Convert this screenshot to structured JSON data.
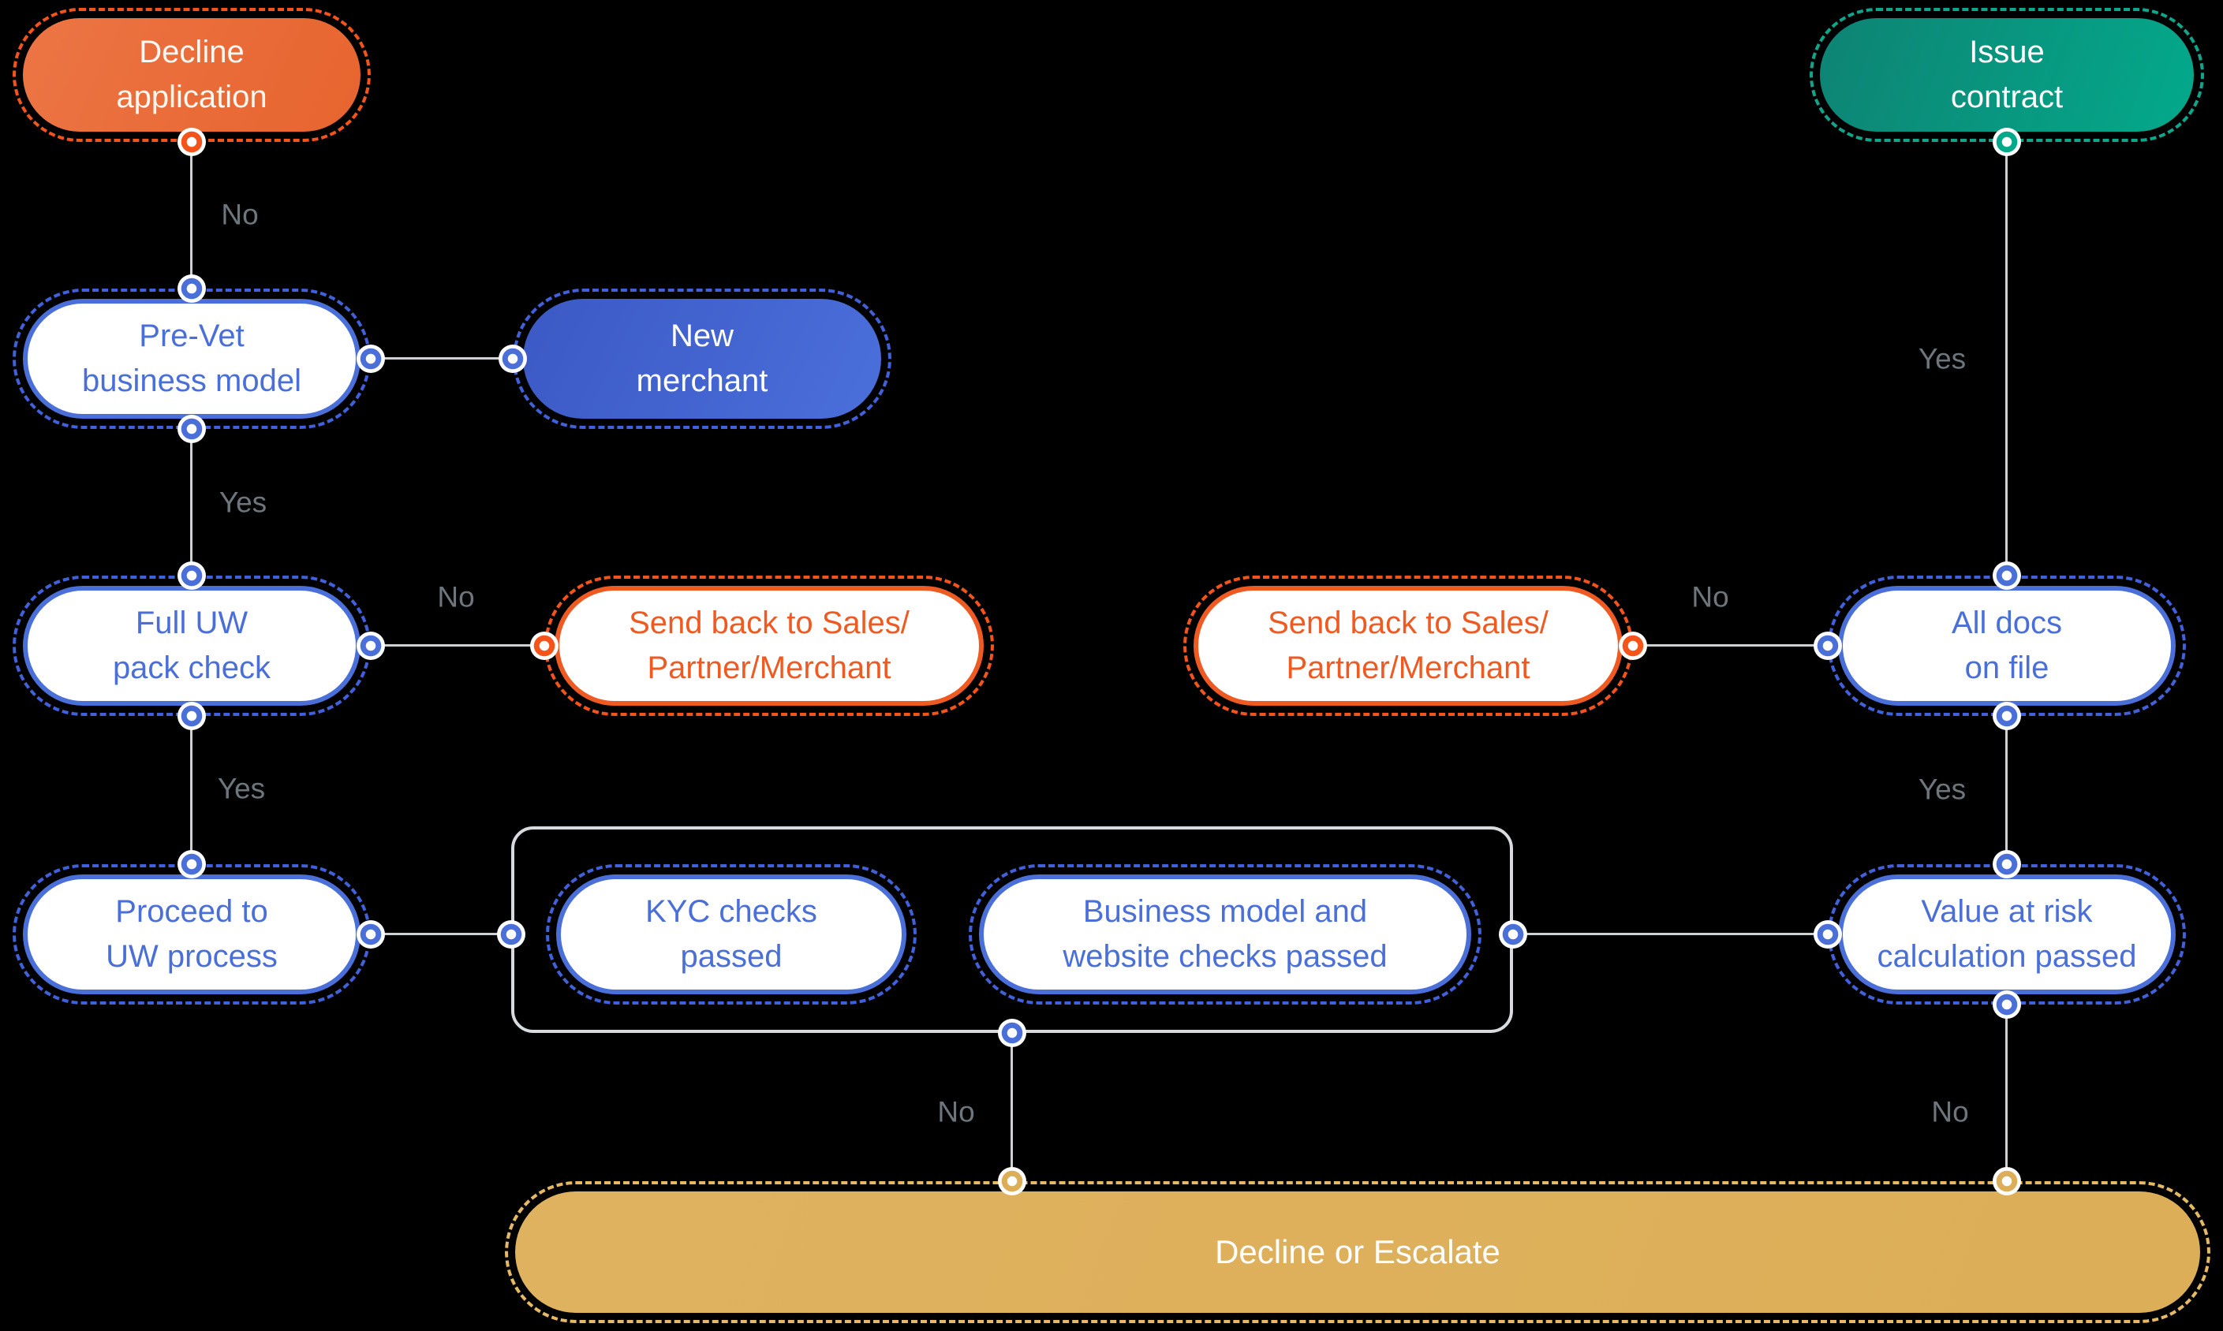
{
  "nodes": {
    "decline_application": {
      "label": "Decline\napplication"
    },
    "issue_contract": {
      "label": "Issue\ncontract"
    },
    "pre_vet": {
      "label": "Pre-Vet\nbusiness model"
    },
    "new_merchant": {
      "label": "New\nmerchant"
    },
    "full_uw": {
      "label": "Full UW\npack check"
    },
    "send_back_left": {
      "label": "Send back to Sales/\nPartner/Merchant"
    },
    "send_back_right": {
      "label": "Send back to Sales/\nPartner/Merchant"
    },
    "all_docs": {
      "label": "All docs\non file"
    },
    "proceed_uw": {
      "label": "Proceed to\nUW process"
    },
    "kyc": {
      "label": "KYC checks\npassed"
    },
    "business_model": {
      "label": "Business model and\nwebsite checks passed"
    },
    "value_at_risk": {
      "label": "Value at risk\ncalculation passed"
    },
    "decline_or_escalate": {
      "label": "Decline or Escalate"
    }
  },
  "edge_labels": {
    "decline_to_prevet": "No",
    "prevet_to_fulluw": "Yes",
    "fulluw_to_proceed": "Yes",
    "fulluw_to_sendback": "No",
    "sendback_to_alldocs": "No",
    "issue_to_alldocs": "Yes",
    "alldocs_to_value": "Yes",
    "group_to_escalate": "No",
    "value_to_escalate": "No"
  },
  "colors": {
    "background": "#000000",
    "blue": "#4A6FD9",
    "blue_dash": "#4061DB",
    "blue_fill_start": "#3C59C4",
    "blue_fill_end": "#4A6FDB",
    "orange": "#EE5A22",
    "orange_dash": "#F4541A",
    "orange_fill_start": "#EC7545",
    "orange_fill_end": "#E7642E",
    "teal_dash": "#0FA78C",
    "teal_fill_start": "#0E8374",
    "teal_fill_end": "#03A98B",
    "gold": "#DCAE57",
    "gold_dash": "#E6B965",
    "edge_line": "#CDD1D4",
    "edge_label": "#6E767D",
    "group_border": "#D8DBDD",
    "node_bg": "#FFFFFF"
  }
}
